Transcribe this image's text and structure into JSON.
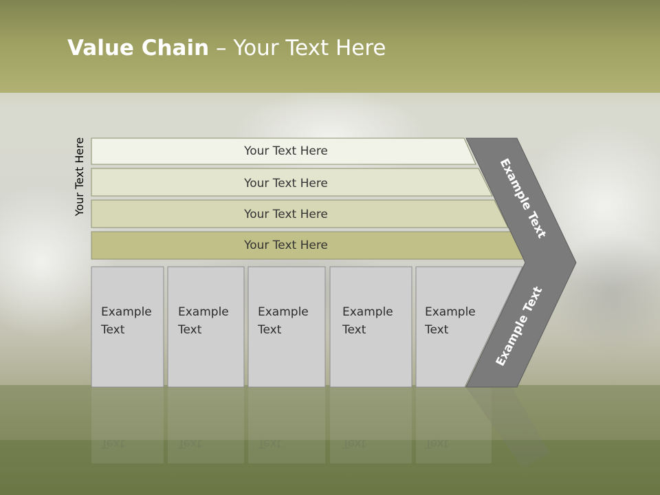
{
  "title": {
    "bold": "Value Chain",
    "rest": " – Your Text Here"
  },
  "side_label": "Your Text Here",
  "bars": [
    {
      "label": "Your Text Here",
      "fill": "#f1f2e8"
    },
    {
      "label": "Your Text Here",
      "fill": "#e3e5cf"
    },
    {
      "label": "Your Text Here",
      "fill": "#d6d8b6"
    },
    {
      "label": "Your Text Here",
      "fill": "#c0c088"
    }
  ],
  "boxes": [
    {
      "line1": "Example",
      "line2": "Text"
    },
    {
      "line1": "Example",
      "line2": "Text"
    },
    {
      "line1": "Example",
      "line2": "Text"
    },
    {
      "line1": "Example",
      "line2": "Text"
    },
    {
      "line1": "Example",
      "line2": "Text"
    }
  ],
  "chevron": {
    "top_label": "Example Text",
    "bottom_label": "Example Text",
    "fill": "#7b7b7b"
  },
  "colors": {
    "header": "#9ea062",
    "box": "#cfcfcf",
    "sky": "#d8d9d4",
    "ground": "#6f7a4a"
  }
}
